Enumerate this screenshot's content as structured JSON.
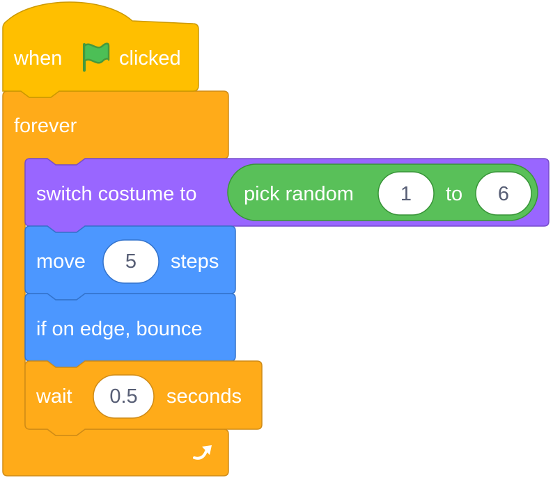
{
  "script": {
    "hat": {
      "label_when": "when",
      "icon": "green-flag-icon",
      "label_clicked": "clicked",
      "colors": {
        "fill": "#ffbf00",
        "stroke": "#cc9900"
      }
    },
    "forever": {
      "label": "forever",
      "loop_icon": "loop-arrow-icon",
      "colors": {
        "fill": "#ffab19",
        "stroke": "#cf8b17"
      }
    },
    "switch_costume": {
      "label": "switch costume to",
      "colors": {
        "fill": "#9966ff",
        "stroke": "#774dcb"
      },
      "reporter": {
        "label_pick": "pick random",
        "from_value": "1",
        "label_to": "to",
        "to_value": "6",
        "colors": {
          "fill": "#59c059",
          "stroke": "#389438"
        }
      }
    },
    "move": {
      "label_move": "move",
      "steps_value": "5",
      "label_steps": "steps",
      "colors": {
        "fill": "#4c97ff",
        "stroke": "#3373cc"
      }
    },
    "bounce": {
      "label": "if on edge, bounce",
      "colors": {
        "fill": "#4c97ff",
        "stroke": "#3373cc"
      }
    },
    "wait": {
      "label_wait": "wait",
      "seconds_value": "0.5",
      "label_seconds": "seconds",
      "colors": {
        "fill": "#ffab19",
        "stroke": "#cf8b17"
      }
    }
  }
}
